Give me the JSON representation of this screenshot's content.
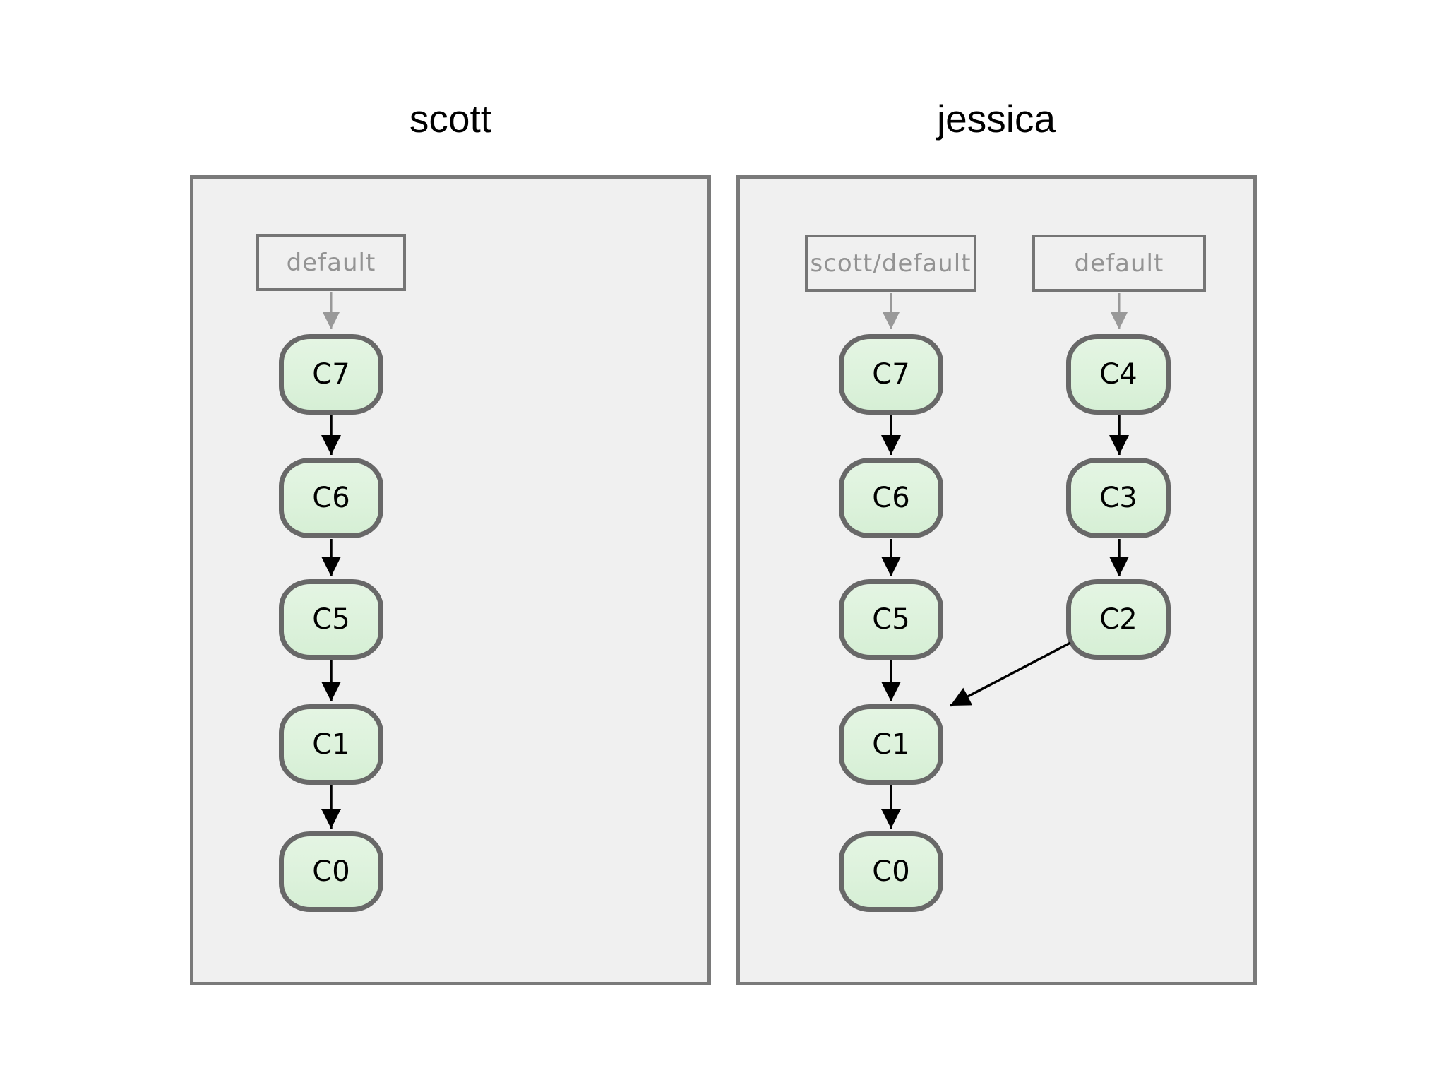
{
  "diagram": {
    "left_panel": {
      "title": "scott",
      "branch_label": "default",
      "commits": [
        "C7",
        "C6",
        "C5",
        "C1",
        "C0"
      ]
    },
    "right_panel": {
      "title": "jessica",
      "remote_branch_label": "scott/default",
      "branch_label": "default",
      "commits_main": [
        "C7",
        "C6",
        "C5",
        "C1",
        "C0"
      ],
      "commits_feature": [
        "C4",
        "C3",
        "C2"
      ]
    },
    "colors": {
      "title_text": "#000000",
      "panel_fill": "#f0f0f0",
      "panel_border": "#7a7a7a",
      "label_border": "#757575",
      "label_text": "#939393",
      "node_fill": "#ddf2dc",
      "node_border": "#686868",
      "node_text": "#000000",
      "arrow_black": "#000000",
      "arrow_gray": "#999999"
    }
  }
}
